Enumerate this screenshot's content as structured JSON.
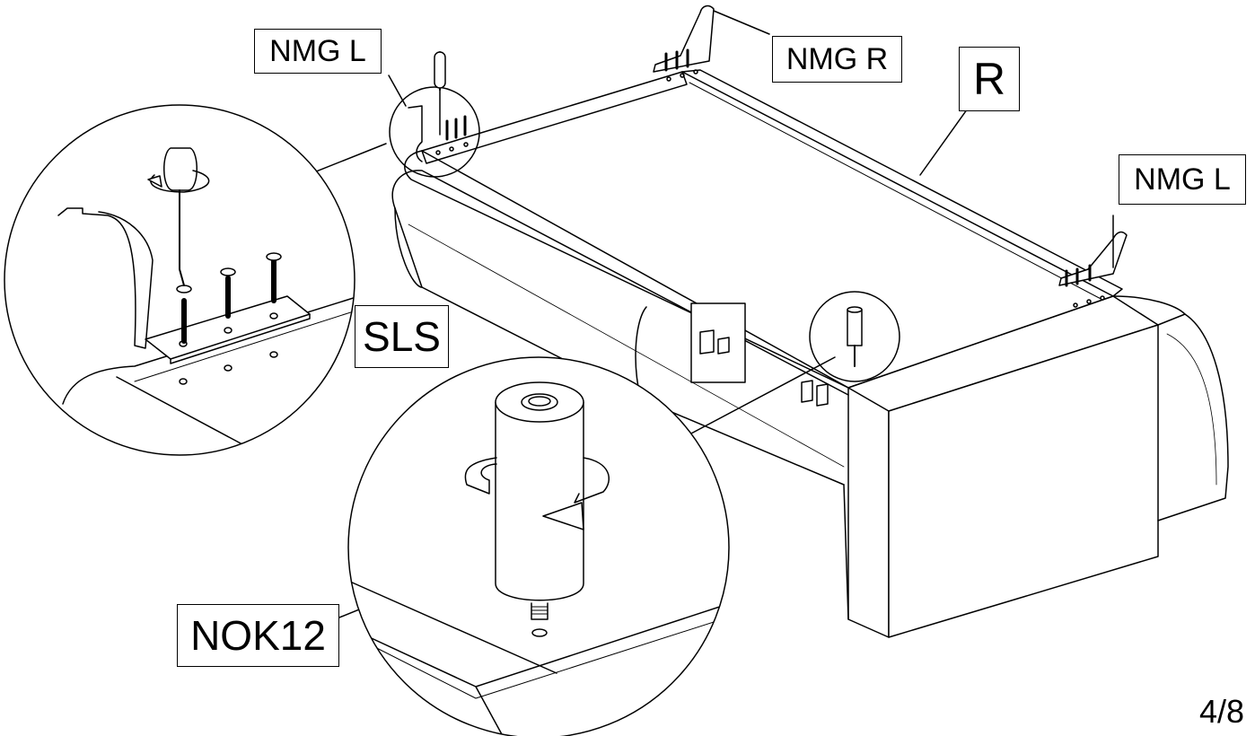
{
  "labels": {
    "nmg_l_top": "NMG L",
    "nmg_r": "NMG R",
    "r": "R",
    "nmg_l_right": "NMG L",
    "sls": "SLS",
    "nok12": "NOK12"
  },
  "page": "4/8"
}
